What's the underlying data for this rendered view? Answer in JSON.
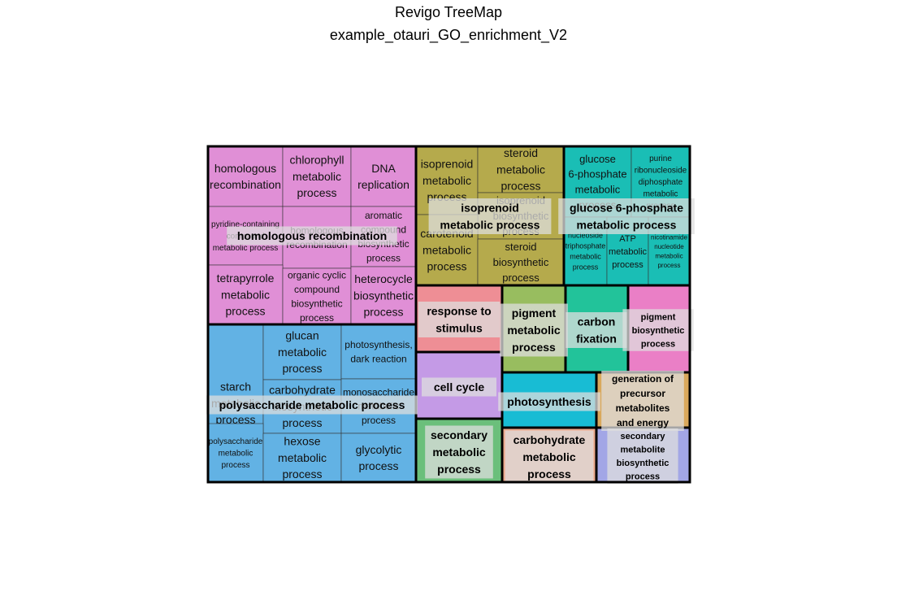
{
  "chart_data": {
    "type": "treemap",
    "title": "Revigo TreeMap",
    "subtitle": "example_otauri_GO_enrichment_V2",
    "colors": {
      "homologous recombination": "#e08fd6",
      "polysaccharide metabolic process": "#62b2e4",
      "isoprenoid metabolic process": "#b5aa4c",
      "glucose 6-phosphate metabolic process": "#1abeb5",
      "response to stimulus": "#ee8e95",
      "cell cycle": "#c49ae6",
      "secondary metabolic process": "#6bbf7b",
      "pigment metabolic process": "#98bd5f",
      "photosynthesis": "#18bcd4",
      "carbon fixation": "#22c39a",
      "carbohydrate metabolic process": "#eba98b",
      "pigment biosynthetic process": "#ea7fc6",
      "generation of precursor metabolites and energy": "#d9a85c",
      "secondary metabolite biosynthetic process": "#a2a6e6"
    },
    "groups": [
      {
        "name": "homologous recombination",
        "terms": [
          "homologous recombination",
          "chlorophyll metabolic process",
          "DNA replication",
          "pyridine-containing compound metabolic process",
          "homologous recombination",
          "aromatic compound biosynthetic process",
          "tetrapyrrole metabolic process",
          "organic cyclic compound biosynthetic process",
          "heterocycle biosynthetic process"
        ]
      },
      {
        "name": "polysaccharide metabolic process",
        "terms": [
          "starch metabolic process",
          "glucan metabolic process",
          "photosynthesis, dark reaction",
          "carbohydrate biosynthetic process",
          "monosaccharide metabolic process",
          "polysaccharide metabolic process",
          "hexose metabolic process",
          "glycolytic process"
        ]
      },
      {
        "name": "isoprenoid metabolic process",
        "terms": [
          "isoprenoid metabolic process",
          "steroid metabolic process",
          "isoprenoid biosynthetic process",
          "carotenoid metabolic process",
          "steroid biosynthetic process"
        ]
      },
      {
        "name": "glucose 6-phosphate metabolic process",
        "terms": [
          "glucose 6-phosphate metabolic process",
          "purine ribonucleoside diphosphate metabolic process",
          "nucleoside triphosphate metabolic process",
          "ATP metabolic process",
          "nicotinamide nucleotide metabolic process"
        ]
      },
      {
        "name": "response to stimulus",
        "terms": [
          "response to stimulus"
        ]
      },
      {
        "name": "cell cycle",
        "terms": [
          "cell cycle"
        ]
      },
      {
        "name": "secondary metabolic process",
        "terms": [
          "secondary metabolic process"
        ]
      },
      {
        "name": "pigment metabolic process",
        "terms": [
          "pigment metabolic process"
        ]
      },
      {
        "name": "photosynthesis",
        "terms": [
          "photosynthesis"
        ]
      },
      {
        "name": "carbon fixation",
        "terms": [
          "carbon fixation"
        ]
      },
      {
        "name": "carbohydrate metabolic process",
        "terms": [
          "carbohydrate metabolic process"
        ]
      },
      {
        "name": "pigment biosynthetic process",
        "terms": [
          "pigment biosynthetic process"
        ]
      },
      {
        "name": "generation of precursor metabolites and energy",
        "terms": [
          "generation of precursor metabolites and energy"
        ]
      },
      {
        "name": "secondary metabolite biosynthetic process",
        "terms": [
          "secondary metabolite biosynthetic process"
        ]
      }
    ]
  }
}
